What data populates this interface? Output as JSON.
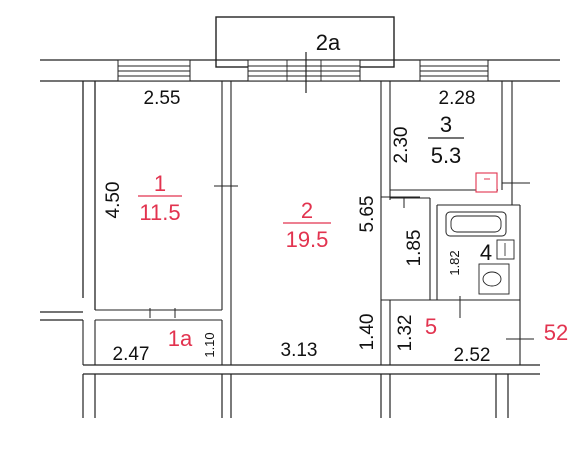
{
  "plan": {
    "colors": {
      "room_label": "#e2334f",
      "line": "#222222"
    },
    "rooms": [
      {
        "id": "1",
        "area": "11.5"
      },
      {
        "id": "2",
        "area": "19.5"
      },
      {
        "id": "3",
        "area": "5.3"
      },
      {
        "id": "4"
      },
      {
        "id": "5"
      },
      {
        "id": "1a"
      },
      {
        "id": "2a"
      },
      {
        "id": "52"
      }
    ],
    "dims": {
      "r1_width": "2.55",
      "r1_length": "4.50",
      "r1a_width": "2.47",
      "r1a_depth": "1.10",
      "r2_length": "5.65",
      "r2_width": "3.13",
      "r2_corridor": "1.40",
      "r3_width": "2.28",
      "r3_length": "2.30",
      "hall_width": "1.85",
      "r4_length": "1.82",
      "r5_length": "1.32",
      "r5_width": "2.52"
    }
  }
}
